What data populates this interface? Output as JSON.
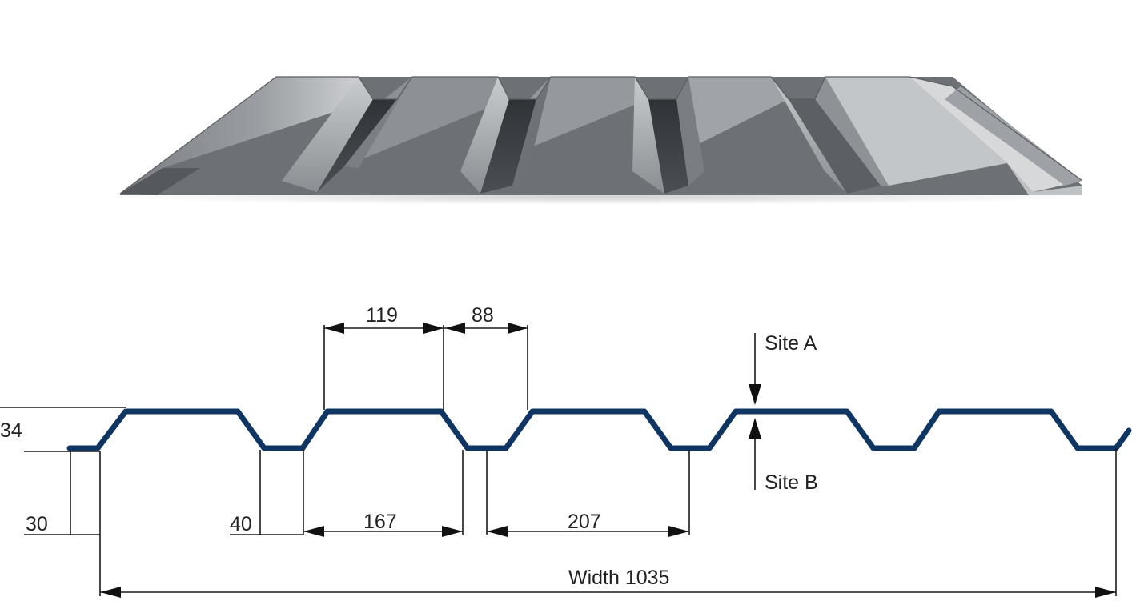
{
  "diagram": {
    "dimensions": {
      "rib_height": "34",
      "pan_height": "30",
      "valley_width": "40",
      "top_flat": "119",
      "rib_slope_span": "88",
      "pan_span": "167",
      "pitch": "207",
      "total_width": "Width 1035"
    },
    "labels": {
      "site_a": "Site A",
      "site_b": "Site B"
    },
    "colors": {
      "profile_stroke": "#0f3563",
      "sheet_light": "#b9bcbf",
      "sheet_dark": "#3b3e42"
    }
  }
}
